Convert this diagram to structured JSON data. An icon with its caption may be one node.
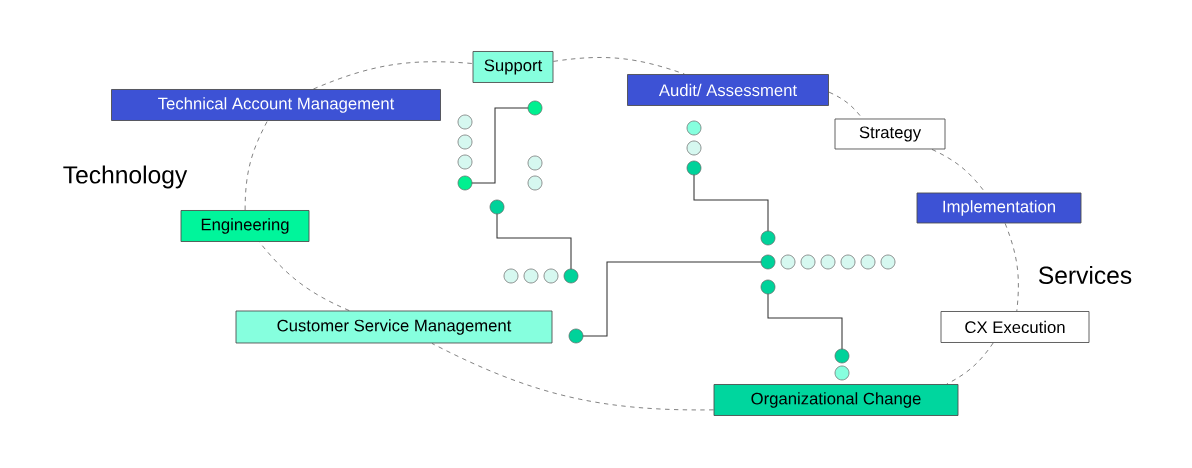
{
  "diagram": {
    "nodes": [
      {
        "text": [
          "Support"
        ]
      },
      {
        "text": [
          "Technical Account Management"
        ]
      },
      {
        "text": [
          "Audit/ Assessment"
        ]
      },
      {
        "text": [
          "Strategy"
        ]
      },
      {
        "text": [
          "Engineering"
        ]
      },
      {
        "text": [
          "Implementation"
        ]
      },
      {
        "text": [
          "Customer Service Management"
        ]
      },
      {
        "text": [
          "CX Execution"
        ]
      },
      {
        "text": [
          "Organizational Change"
        ]
      }
    ],
    "edges": [
      {
        "from": 0,
        "to": 2,
        "arrow": "none",
        "style": "dashed"
      },
      {
        "from": 2,
        "to": 3,
        "arrow": "none",
        "style": "dashed"
      },
      {
        "from": 3,
        "to": 5,
        "arrow": "none",
        "style": "dashed"
      },
      {
        "from": 5,
        "to": 7,
        "arrow": "none",
        "style": "dashed"
      },
      {
        "from": 7,
        "to": 8,
        "arrow": "none",
        "style": "dashed"
      },
      {
        "from": 8,
        "to": 6,
        "arrow": "none",
        "style": "dashed"
      },
      {
        "from": 6,
        "to": 4,
        "arrow": "none",
        "style": "dashed"
      },
      {
        "from": 4,
        "to": 1,
        "arrow": "none",
        "style": "dashed"
      },
      {
        "from": 1,
        "to": 0,
        "arrow": "none",
        "style": "dashed"
      }
    ],
    "labels": [
      "Technology",
      "Services"
    ]
  }
}
